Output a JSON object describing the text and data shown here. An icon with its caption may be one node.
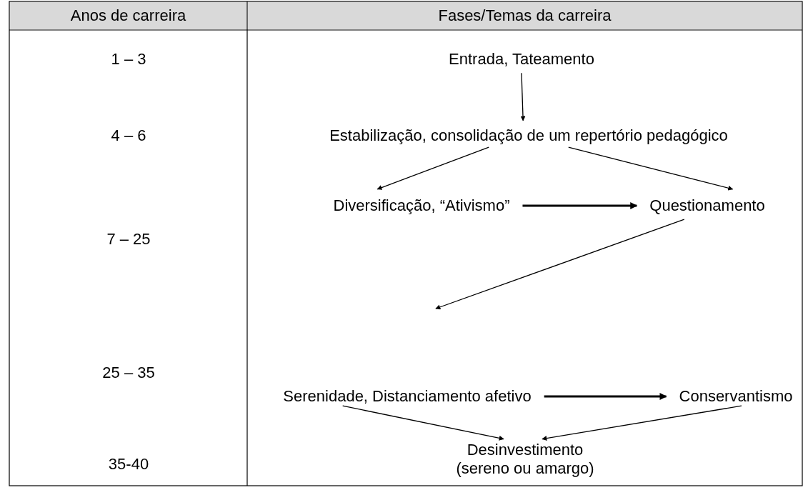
{
  "diagram": {
    "nodes": [
      {
        "text": [
          "Entrada, Tateamento"
        ]
      },
      {
        "text": [
          "Estabilização, consolidação de um repertório pedagógico"
        ]
      },
      {
        "text": [
          "Diversificação, “Ativismo”"
        ]
      },
      {
        "text": [
          "Questionamento"
        ]
      },
      {
        "text": [
          "Serenidade, Distanciamento afetivo"
        ]
      },
      {
        "text": [
          "Conservantismo"
        ]
      },
      {
        "text": [
          "Desinvestimento (sereno ou amargo)"
        ]
      }
    ],
    "edges": [
      {
        "from": 0,
        "to": 1,
        "arrow": "to"
      },
      {
        "from": 1,
        "to": 2,
        "arrow": "to"
      },
      {
        "from": 1,
        "to": 3,
        "arrow": "to"
      },
      {
        "from": 2,
        "to": 3,
        "arrow": "to",
        "style": "thick"
      },
      {
        "from": 3,
        "to": null,
        "arrow": "to"
      },
      {
        "from": 4,
        "to": 5,
        "arrow": "to",
        "style": "thick"
      },
      {
        "from": 4,
        "to": 6,
        "arrow": "to"
      },
      {
        "from": 5,
        "to": 6,
        "arrow": "to"
      }
    ],
    "labels": [
      "Anos de carreira",
      "Fases/Temas da carreira",
      "1 – 3",
      "4 – 6",
      "7 – 25",
      "25 – 35",
      "35-40"
    ]
  }
}
